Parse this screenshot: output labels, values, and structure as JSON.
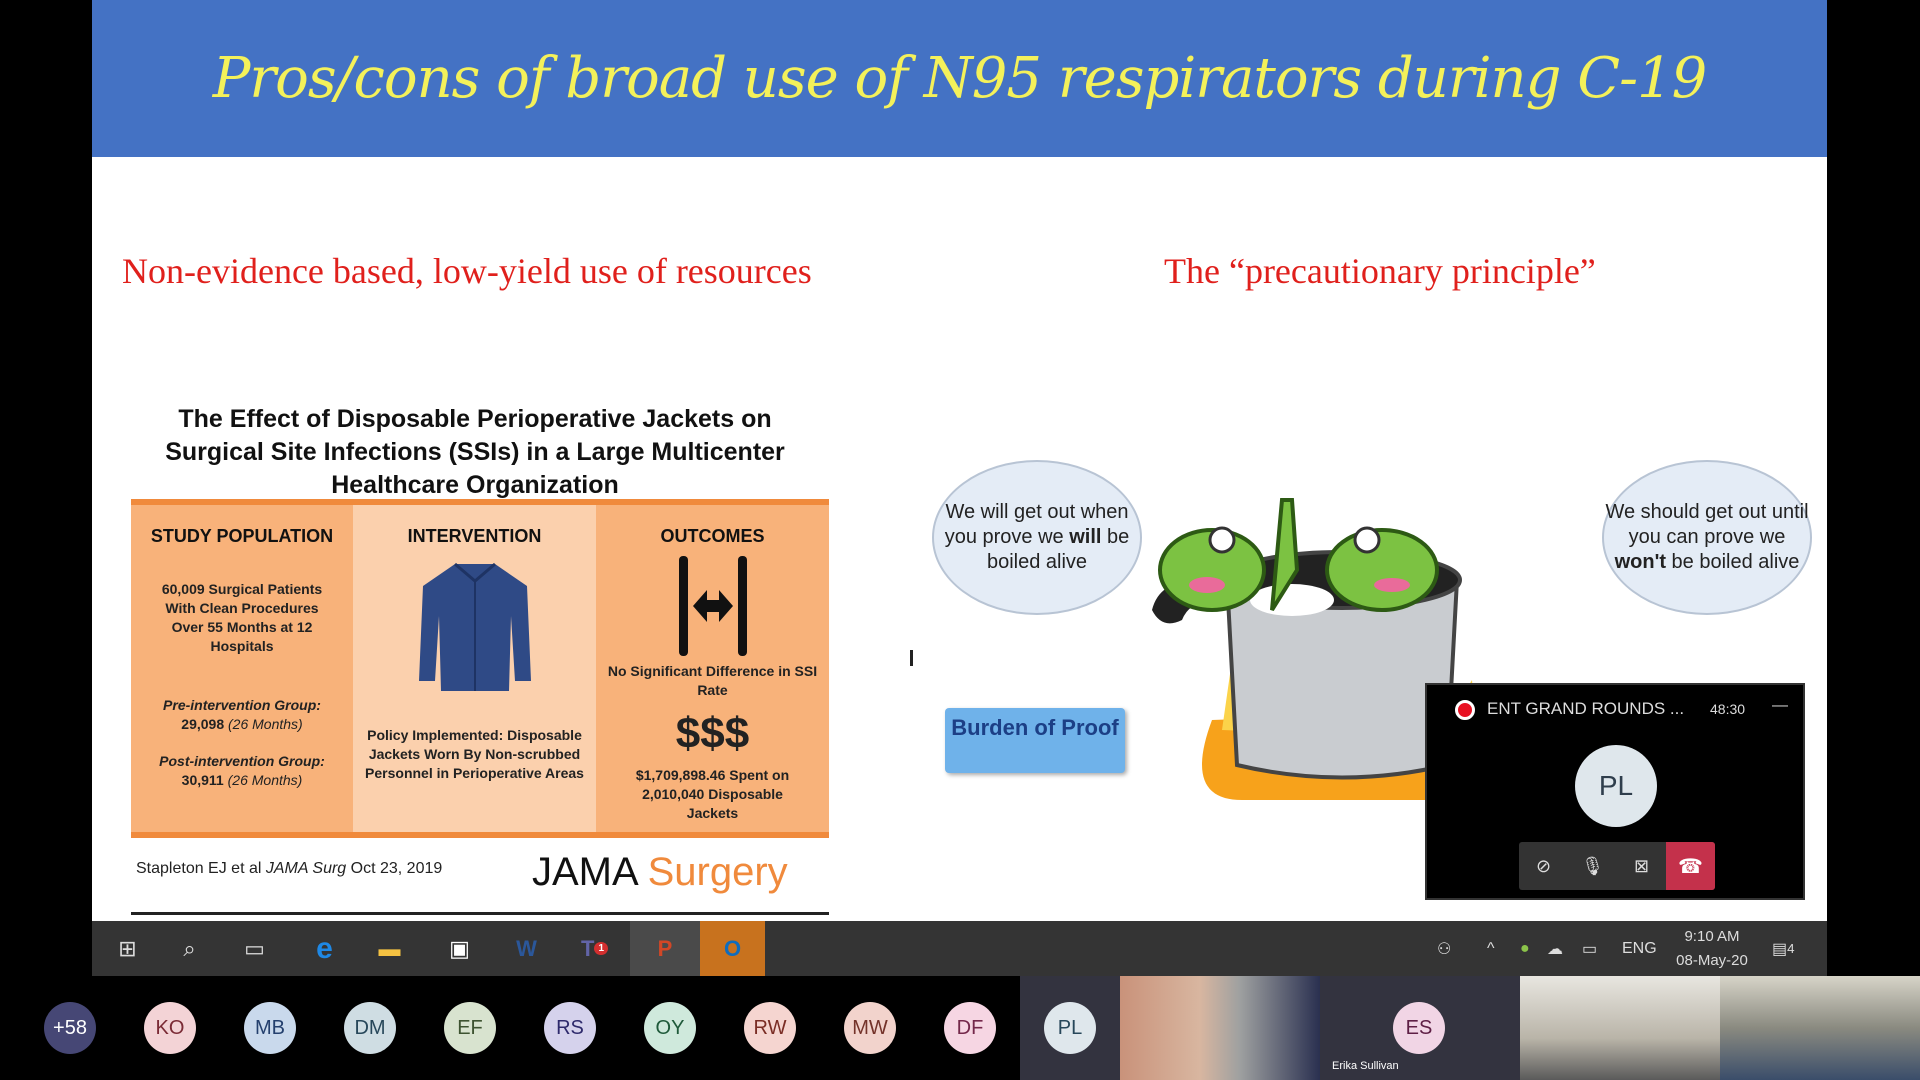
{
  "slide": {
    "title": "Pros/cons of broad use of N95 respirators during C-19",
    "left_heading": "Non-evidence based, low-yield use of resources",
    "right_heading": "The “precautionary principle”",
    "study": {
      "title": "The Effect of Disposable Perioperative Jackets on Surgical Site Infections (SSIs) in a Large Multicenter Healthcare Organization",
      "population": {
        "header": "STUDY POPULATION",
        "desc": "60,009 Surgical Patients With Clean Procedures Over 55 Months at 12 Hospitals",
        "pre_label": "Pre-intervention Group:",
        "pre_value": "29,098",
        "pre_period": "(26 Months)",
        "post_label": "Post-intervention Group:",
        "post_value": "30,911",
        "post_period": "(26 Months)"
      },
      "intervention": {
        "header": "INTERVENTION",
        "desc": "Policy Implemented: Disposable Jackets Worn By Non-scrubbed Personnel in Perioperative Areas"
      },
      "outcomes": {
        "header": "OUTCOMES",
        "result": "No Significant Difference in SSI Rate",
        "dollar_glyph": "$$$",
        "cost": "$1,709,898.46 Spent on 2,010,040 Disposable Jackets"
      },
      "citation_authors": "Stapleton EJ et al",
      "citation_journal": "JAMA Surg",
      "citation_date": "Oct 23, 2019",
      "logo_jama": "JAMA",
      "logo_surgery": "Surgery"
    },
    "bubble_left": {
      "pre": "We will get out when you prove we ",
      "em": "will",
      "post": " be boiled alive"
    },
    "bubble_right": {
      "pre": "We should get out until you can prove we ",
      "em": "won't",
      "post": " be boiled alive"
    },
    "burden": "Burden of Proof"
  },
  "teams_mini": {
    "meeting": "ENT GRAND ROUNDS ...",
    "duration": "48:30",
    "avatar": "PL",
    "record_color": "#e81123",
    "hangup_color": "#c4314b"
  },
  "taskbar": {
    "apps": [
      "windows-start",
      "search",
      "task-view",
      "edge",
      "file-explorer",
      "store",
      "word",
      "teams",
      "powerpoint",
      "outlook"
    ],
    "teams_badge": "1",
    "lang": "ENG",
    "time": "9:10 AM",
    "date": "08-May-20",
    "notifications": "4"
  },
  "participants": {
    "overflow": "+58",
    "avatars": [
      {
        "initials": "KO",
        "bg": "#f3d3d6",
        "fg": "#7a2a35"
      },
      {
        "initials": "MB",
        "bg": "#c9d9ec",
        "fg": "#24406e"
      },
      {
        "initials": "DM",
        "bg": "#cfdde3",
        "fg": "#27475a"
      },
      {
        "initials": "EF",
        "bg": "#d8e3cf",
        "fg": "#3d5330"
      },
      {
        "initials": "RS",
        "bg": "#d5d2ec",
        "fg": "#2e2a6c"
      },
      {
        "initials": "OY",
        "bg": "#cfe9dc",
        "fg": "#1f5a3a"
      },
      {
        "initials": "RW",
        "bg": "#f5d5d0",
        "fg": "#7a2d25"
      },
      {
        "initials": "MW",
        "bg": "#f2d3cc",
        "fg": "#74332a"
      },
      {
        "initials": "DF",
        "bg": "#f6d6e3",
        "fg": "#74284b"
      }
    ],
    "pl": "PL",
    "es": "ES",
    "es_name": "Erika Sullivan"
  }
}
